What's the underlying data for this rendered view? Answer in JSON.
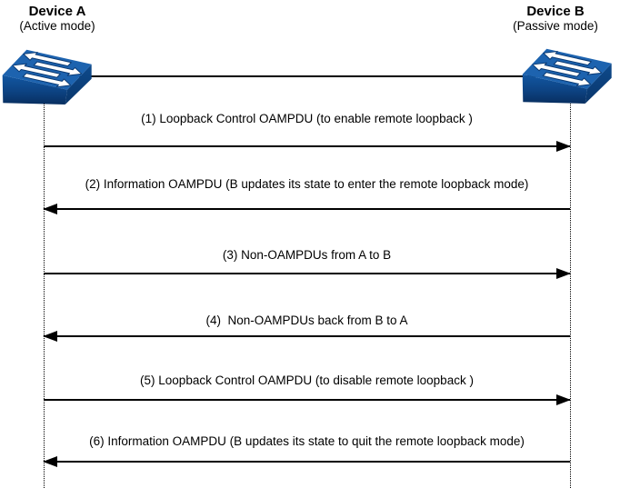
{
  "diagram": {
    "type": "sequence-diagram",
    "topic": "Ethernet OAM remote loopback message exchange",
    "participants": [
      {
        "name": "Device A",
        "mode": "(Active mode)",
        "icon": "network-switch-icon"
      },
      {
        "name": "Device B",
        "mode": "(Passive mode)",
        "icon": "network-switch-icon"
      }
    ],
    "messages": [
      {
        "seq": 1,
        "direction": "a-to-b",
        "label": "(1) Loopback Control OAMPDU (to enable remote loopback )"
      },
      {
        "seq": 2,
        "direction": "b-to-a",
        "label": "(2) Information OAMPDU (B updates its state to enter the remote loopback mode)"
      },
      {
        "seq": 3,
        "direction": "a-to-b",
        "label": "(3) Non-OAMPDUs from A to B"
      },
      {
        "seq": 4,
        "direction": "b-to-a",
        "label": "(4)  Non-OAMPDUs back from B to A"
      },
      {
        "seq": 5,
        "direction": "a-to-b",
        "label": "(5) Loopback Control OAMPDU (to disable remote loopback )"
      },
      {
        "seq": 6,
        "direction": "b-to-a",
        "label": "(6) Information OAMPDU (B updates its state to quit the remote loopback mode)"
      }
    ],
    "colors": {
      "switch_top": "#1d63af",
      "switch_front_dark": "#082f60",
      "switch_front_light": "#1257a2",
      "arrow_fill": "#ffffff",
      "arrow_outline": "#0a3a74",
      "line": "#000000"
    }
  }
}
